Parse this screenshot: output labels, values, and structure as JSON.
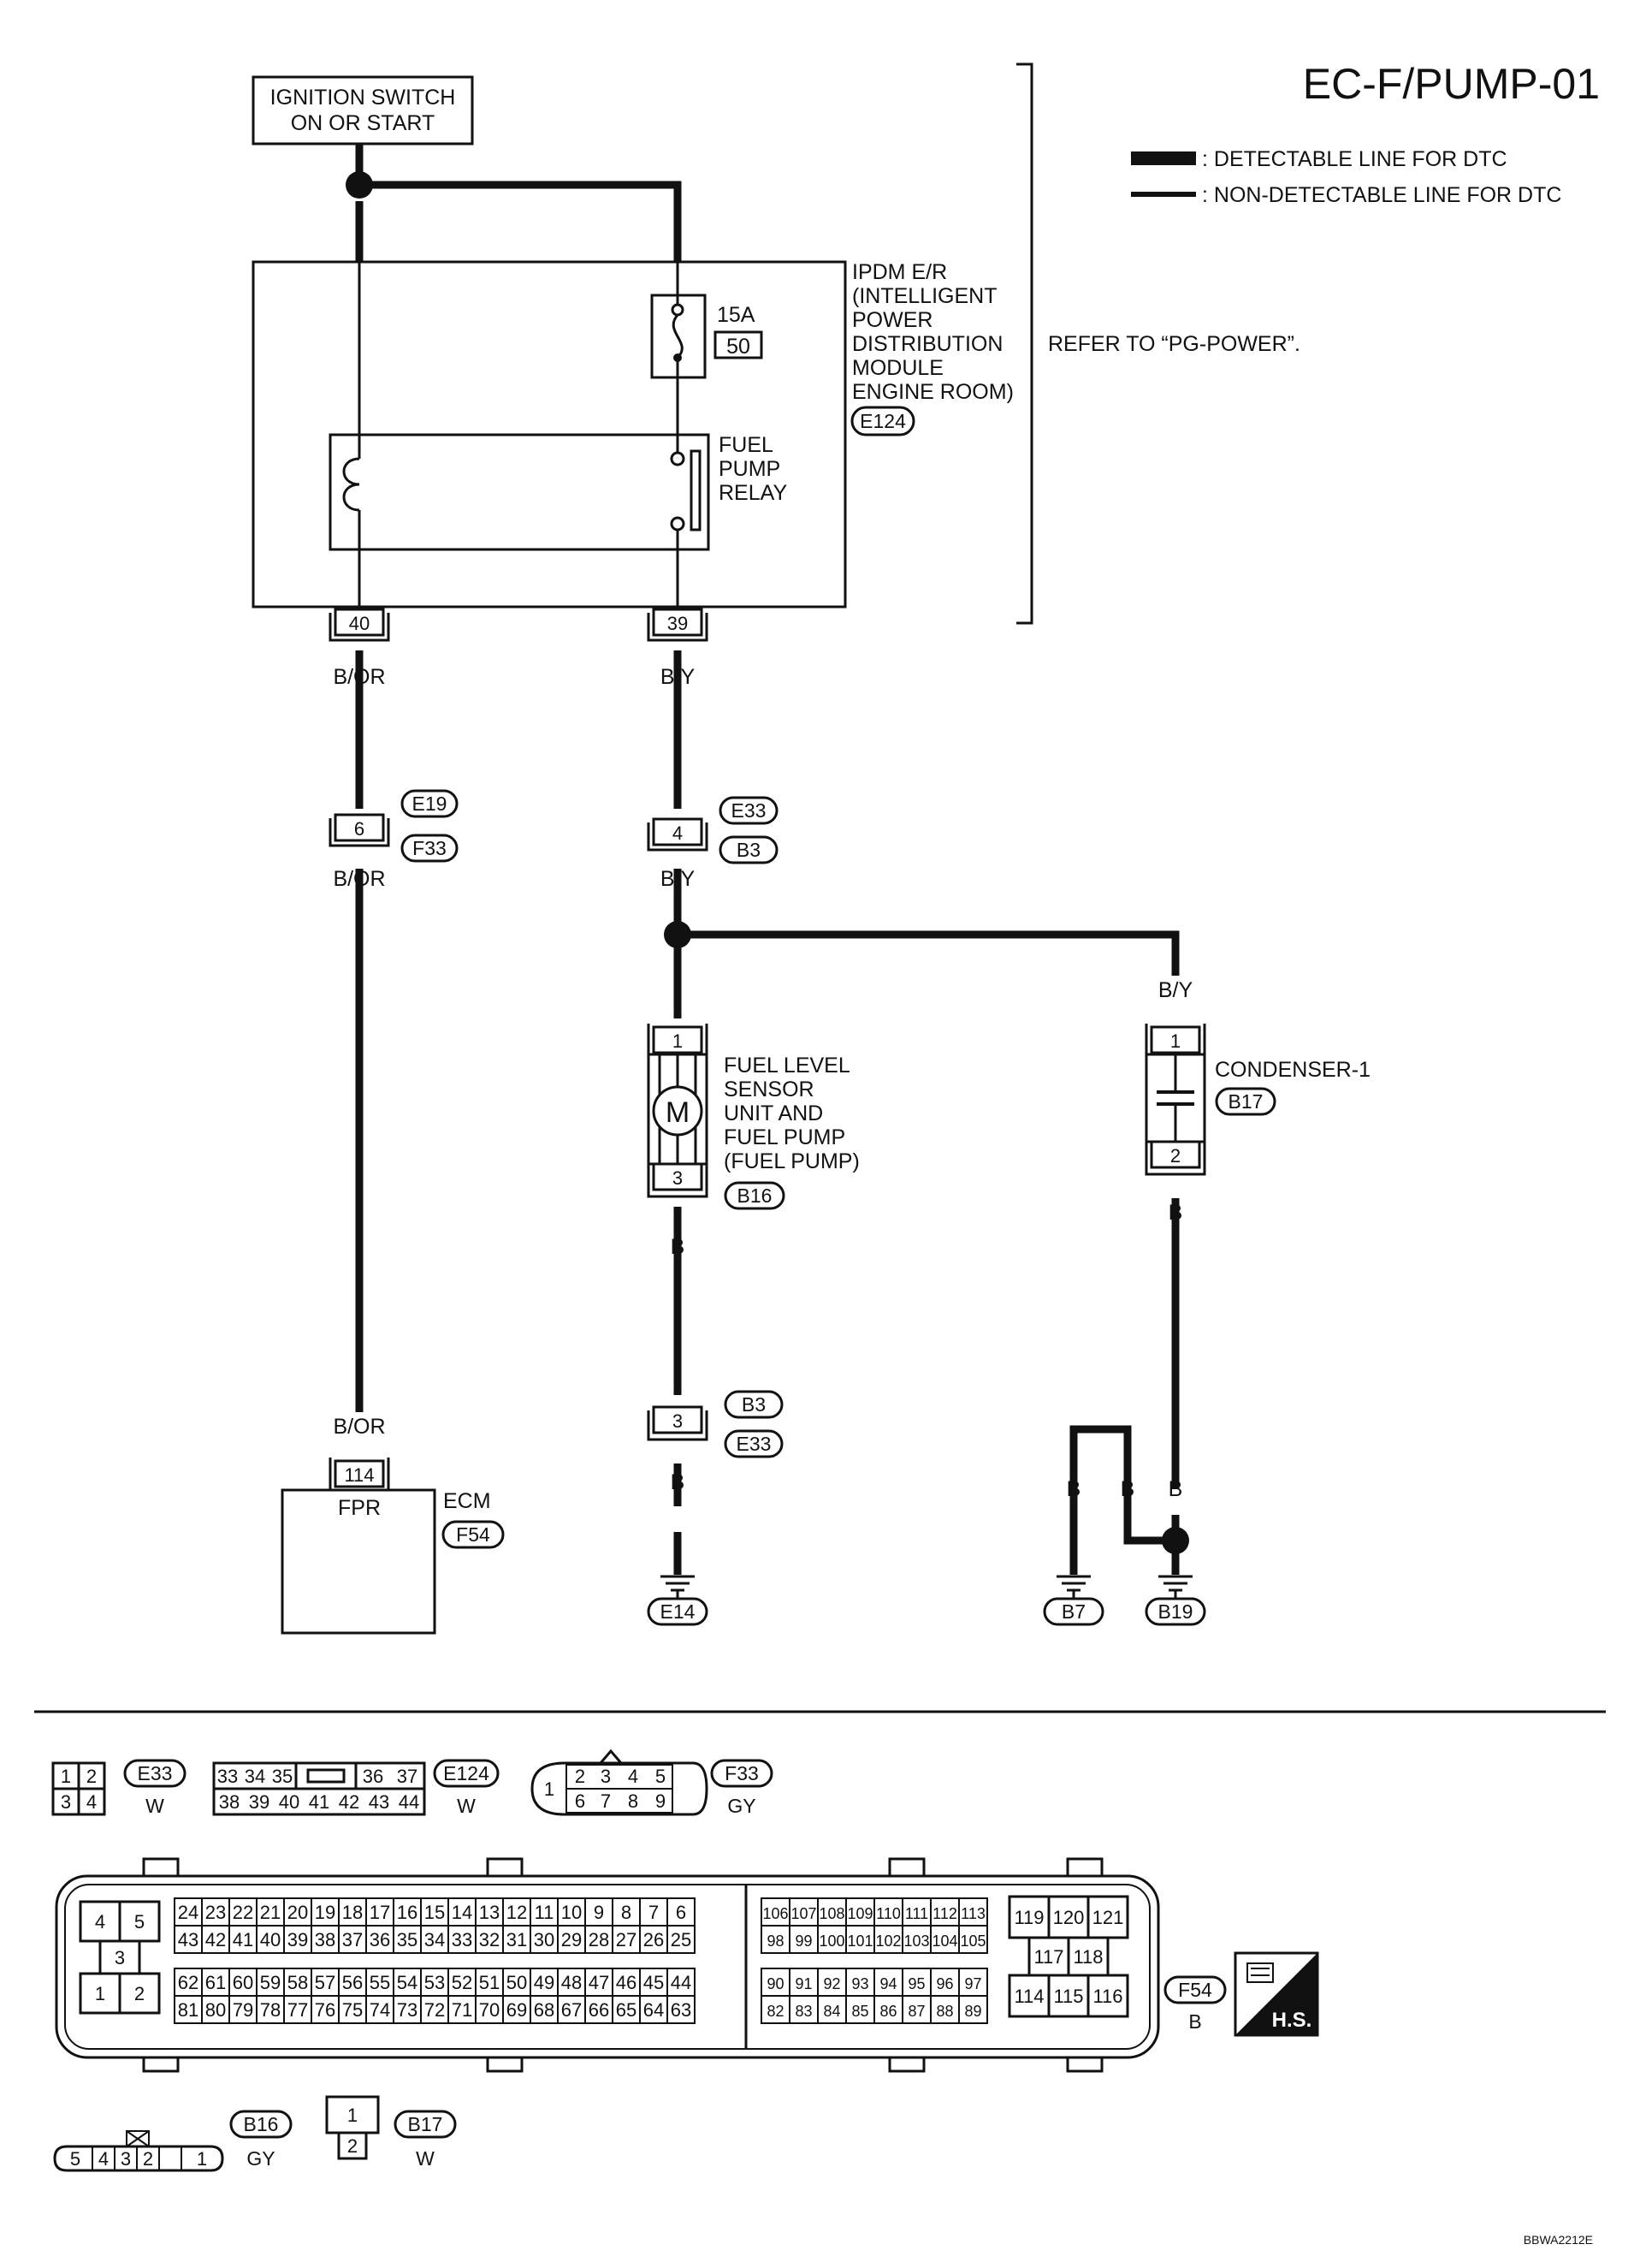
{
  "title": "EC-F/PUMP-01",
  "legend": {
    "detectable": ": DETECTABLE LINE FOR DTC",
    "non_detectable": ": NON-DETECTABLE LINE FOR DTC"
  },
  "ignition_switch": {
    "line1": "IGNITION SWITCH",
    "line2": "ON OR START"
  },
  "ipdm": {
    "lines": [
      "IPDM E/R",
      "(INTELLIGENT",
      "POWER",
      "DISTRIBUTION",
      "MODULE",
      "ENGINE ROOM)"
    ],
    "connector": "E124",
    "refer": "REFER TO “PG-POWER”.",
    "fuse_rating": "15A",
    "fuse_number": "50",
    "relay_lines": [
      "FUEL",
      "PUMP",
      "RELAY"
    ],
    "pin_left": "40",
    "pin_right": "39"
  },
  "wire_colors": {
    "b_or": "B/OR",
    "b_y": "B/Y",
    "b": "B"
  },
  "inline_connectors": {
    "left_pin": "6",
    "left_top": "E19",
    "left_bottom": "F33",
    "right_pin": "4",
    "right_top": "E33",
    "right_bottom": "B3",
    "ground_pin": "3",
    "ground_top": "B3",
    "ground_bottom": "E33"
  },
  "fuel_pump": {
    "lines": [
      "FUEL LEVEL",
      "SENSOR",
      "UNIT AND",
      "FUEL PUMP",
      "(FUEL PUMP)"
    ],
    "connector": "B16",
    "pin_top": "1",
    "pin_bottom": "3",
    "motor": "M"
  },
  "condenser": {
    "label": "CONDENSER-1",
    "connector": "B17",
    "pin_top": "1",
    "pin_bottom": "2"
  },
  "ecm": {
    "label": "ECM",
    "connector": "F54",
    "pin": "114",
    "terminal": "FPR"
  },
  "grounds": [
    "E14",
    "B7",
    "B19"
  ],
  "connector_views": {
    "e33": {
      "id": "E33",
      "color": "W",
      "rows": [
        [
          "1",
          "2"
        ],
        [
          "3",
          "4"
        ]
      ]
    },
    "e124": {
      "id": "E124",
      "color": "W",
      "rows": [
        [
          "33",
          "34",
          "35",
          "36",
          "37"
        ],
        [
          "38",
          "39",
          "40",
          "41",
          "42",
          "43",
          "44"
        ]
      ]
    },
    "f33": {
      "id": "F33",
      "color": "GY",
      "left": "1",
      "rows": [
        [
          "2",
          "3",
          "4",
          "5"
        ],
        [
          "6",
          "7",
          "8",
          "9"
        ]
      ]
    },
    "f54": {
      "id": "F54",
      "color": "B",
      "block1": {
        "top": [
          "4",
          "5"
        ],
        "mid": "3",
        "bottom": [
          "1",
          "2"
        ]
      },
      "block2": {
        "rows": [
          [
            "24",
            "23",
            "22",
            "21",
            "20",
            "19",
            "18",
            "17",
            "16",
            "15",
            "14",
            "13",
            "12",
            "11",
            "10",
            "9",
            "8",
            "7",
            "6"
          ],
          [
            "43",
            "42",
            "41",
            "40",
            "39",
            "38",
            "37",
            "36",
            "35",
            "34",
            "33",
            "32",
            "31",
            "30",
            "29",
            "28",
            "27",
            "26",
            "25"
          ],
          [
            "62",
            "61",
            "60",
            "59",
            "58",
            "57",
            "56",
            "55",
            "54",
            "53",
            "52",
            "51",
            "50",
            "49",
            "48",
            "47",
            "46",
            "45",
            "44"
          ],
          [
            "81",
            "80",
            "79",
            "78",
            "77",
            "76",
            "75",
            "74",
            "73",
            "72",
            "71",
            "70",
            "69",
            "68",
            "67",
            "66",
            "65",
            "64",
            "63"
          ]
        ]
      },
      "block3": {
        "rows": [
          [
            "106",
            "107",
            "108",
            "109",
            "110",
            "111",
            "112",
            "113"
          ],
          [
            "98",
            "99",
            "100",
            "101",
            "102",
            "103",
            "104",
            "105"
          ],
          [
            "90",
            "91",
            "92",
            "93",
            "94",
            "95",
            "96",
            "97"
          ],
          [
            "82",
            "83",
            "84",
            "85",
            "86",
            "87",
            "88",
            "89"
          ]
        ]
      },
      "block4": {
        "top": [
          "119",
          "120",
          "121"
        ],
        "mid": [
          "117",
          "118"
        ],
        "bottom": [
          "114",
          "115",
          "116"
        ]
      },
      "hs": "H.S."
    },
    "b16": {
      "id": "B16",
      "color": "GY",
      "pins": [
        "5",
        "4",
        "3",
        "2",
        "1"
      ]
    },
    "b17": {
      "id": "B17",
      "color": "W",
      "pins": [
        "1",
        "2"
      ]
    }
  },
  "drawing_code": "BBWA2212E"
}
